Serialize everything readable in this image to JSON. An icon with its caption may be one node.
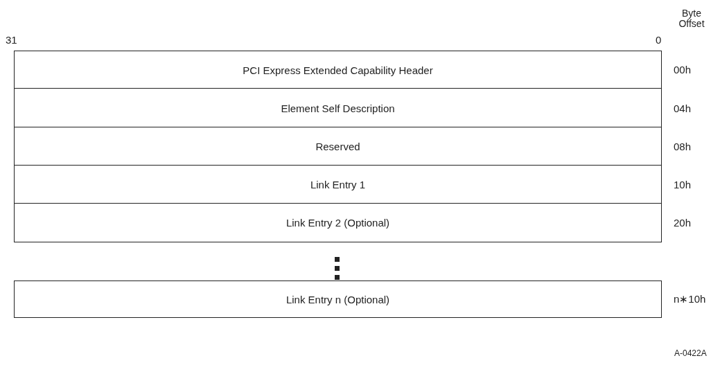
{
  "diagram": {
    "nodes": [
      {
        "text": [
          "PCI Express Extended Capability Header"
        ],
        "beside": [
          "00h"
        ]
      },
      {
        "text": [
          "Element Self Description"
        ],
        "beside": [
          "04h"
        ]
      },
      {
        "text": [
          "Reserved"
        ],
        "beside": [
          "08h"
        ]
      },
      {
        "text": [
          "Link Entry 1"
        ],
        "beside": [
          "10h"
        ]
      },
      {
        "text": [
          "Link Entry 2 (Optional)"
        ],
        "beside": [
          "20h"
        ]
      },
      {
        "text": [
          "Link Entry n (Optional)"
        ],
        "beside": [
          "n∗10h"
        ]
      }
    ],
    "edges": [],
    "labels": [
      "Byte Offset",
      "31",
      "0",
      "A-0422A"
    ]
  }
}
